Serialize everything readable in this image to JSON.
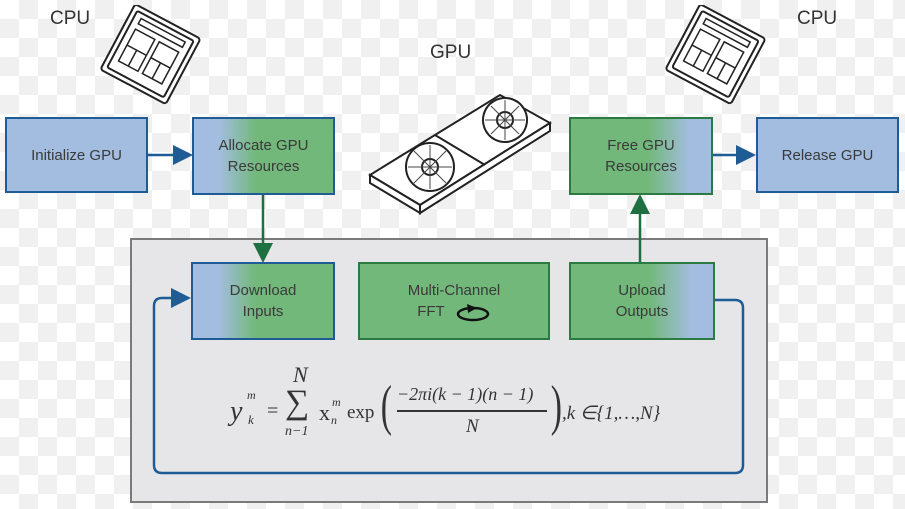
{
  "labels": {
    "cpu_left": "CPU",
    "gpu": "GPU",
    "cpu_right": "CPU"
  },
  "boxes": {
    "initialize_gpu": "Initialize GPU",
    "allocate_line1": "Allocate GPU",
    "allocate_line2": "Resources",
    "free_line1": "Free GPU",
    "free_line2": "Resources",
    "release_gpu": "Release GPU",
    "download_line1": "Download",
    "download_line2": "Inputs",
    "fft_line1": "Multi-Channel",
    "fft_line2": "FFT",
    "upload_line1": "Upload",
    "upload_line2": "Outputs"
  },
  "formula": {
    "y": "y",
    "y_sup": "m",
    "y_sub": "k",
    "equals": "=",
    "sum_upper": "N",
    "sum_symbol": "∑",
    "sum_lower": "n−1",
    "x": "x",
    "x_sup": "m",
    "x_sub": "n",
    "exp": "exp",
    "numerator": "−2πi(k − 1)(n − 1)",
    "denominator": "N",
    "domain": ",k ∈{1,…,N}"
  },
  "colors": {
    "blue_fill": "#a3bde0",
    "blue_border": "#1f5b95",
    "green_fill": "#72b87a",
    "green_border": "#2a7a42",
    "panel_fill": "#e6e6e8"
  }
}
